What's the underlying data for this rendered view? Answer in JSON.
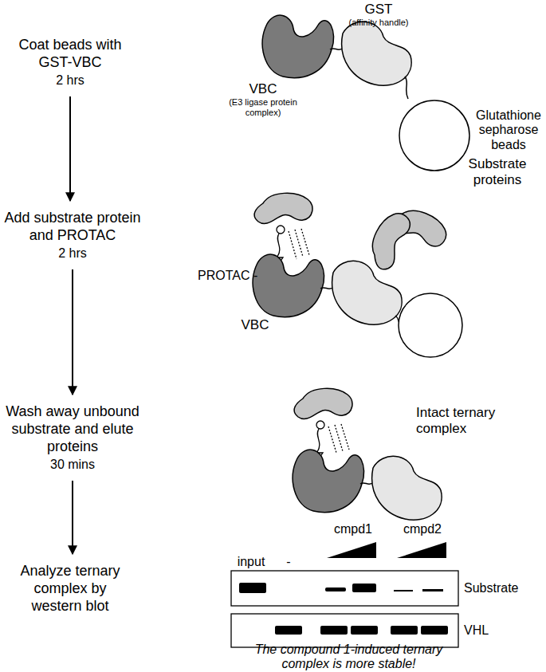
{
  "diagram": {
    "nodes": [
      {
        "text": [
          "Coat beads with GST-VBC",
          "2 hrs"
        ]
      },
      {
        "text": [
          "Add substrate protein and PROTAC",
          "2 hrs"
        ]
      },
      {
        "text": [
          "Wash away unbound substrate and elute proteins",
          "30 mins"
        ]
      },
      {
        "text": [
          "Analyze ternary complex by western blot"
        ]
      }
    ],
    "edges": [
      {
        "from": 0,
        "to": 1,
        "arrow": "to"
      },
      {
        "from": 1,
        "to": 2,
        "arrow": "to"
      },
      {
        "from": 2,
        "to": 3,
        "arrow": "to"
      }
    ],
    "labels": [
      "GST",
      "(affinity handle)",
      "VBC",
      "(E3 ligase protein complex)",
      "Glutathione sepharose beads",
      "Substrate proteins",
      "PROTAC -",
      "VBC",
      "Intact ternary complex",
      "input",
      "-",
      "cmpd1",
      "cmpd2",
      "Substrate",
      "VHL",
      "The compound 1-induced ternary complex is more stable!"
    ]
  }
}
